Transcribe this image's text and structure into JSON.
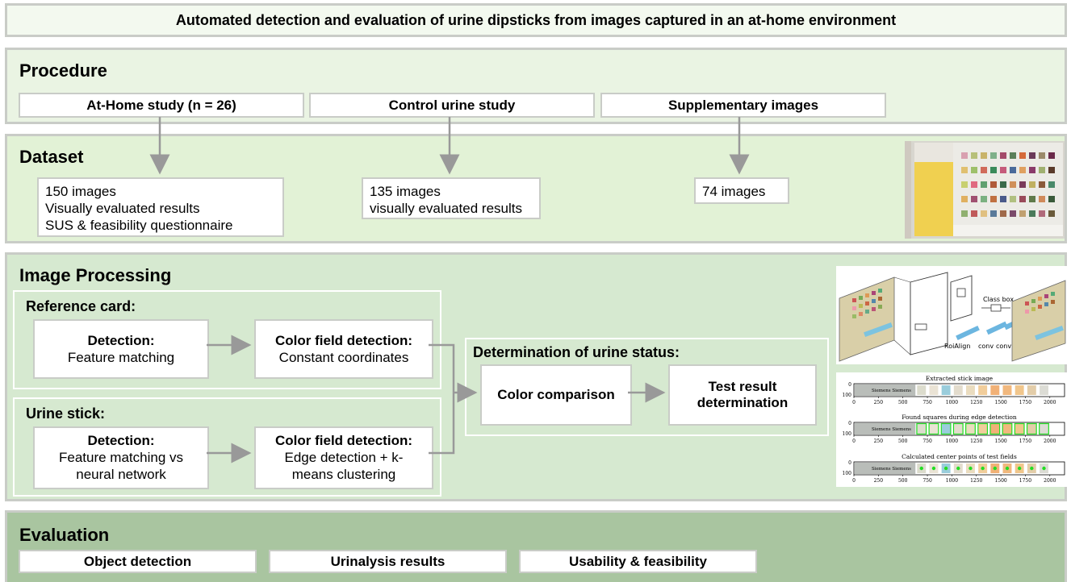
{
  "title": "Automated detection and evaluation of urine dipsticks from images captured in an at-home environment",
  "procedure": {
    "heading": "Procedure",
    "studies": [
      "At-Home study (n = 26)",
      "Control urine study",
      "Supplementary images"
    ]
  },
  "dataset": {
    "heading": "Dataset",
    "home": [
      "150 images",
      "Visually evaluated results",
      "SUS & feasibility questionnaire"
    ],
    "control": [
      "135 images",
      "visually evaluated results"
    ],
    "supp": [
      "74 images"
    ]
  },
  "processing": {
    "heading": "Image Processing",
    "reference": {
      "heading": "Reference card:",
      "detection_title": "Detection:",
      "detection_text": "Feature matching",
      "field_title": "Color field detection:",
      "field_text": "Constant coordinates"
    },
    "stick": {
      "heading": "Urine stick:",
      "detection_title": "Detection:",
      "detection_text": [
        "Feature matching vs",
        "neural network"
      ],
      "field_title": "Color field detection:",
      "field_text": [
        "Edge detection + k-",
        "means clustering"
      ]
    },
    "status": {
      "heading": "Determination of urine status:",
      "comparison": "Color comparison",
      "result": [
        "Test result",
        "determination"
      ]
    },
    "nn_figure": {
      "class_box": "Class box",
      "roialign": "RoiAlign",
      "conv1": "conv",
      "conv2": "conv"
    },
    "plots": {
      "titles": [
        "Extracted stick image",
        "Found squares during edge detection",
        "Calculated center points of test fields"
      ],
      "x_ticks": [
        "0",
        "250",
        "500",
        "750",
        "1000",
        "1250",
        "1500",
        "1750",
        "2000"
      ],
      "y_ticks": [
        "0",
        "100"
      ],
      "stick_text": "Siemens Siemens"
    }
  },
  "evaluation": {
    "heading": "Evaluation",
    "items": [
      "Object detection",
      "Urinalysis results",
      "Usability & feasibility"
    ]
  },
  "colors": {
    "title_bg": "#f3f9ef",
    "procedure_bg": "#eaf4e3",
    "dataset_bg": "#e2f2d6",
    "processing_bg": "#d6e9d0",
    "evaluation_bg": "#a9c5a0",
    "arrow": "#999999",
    "marker_green": "#22dd22"
  }
}
